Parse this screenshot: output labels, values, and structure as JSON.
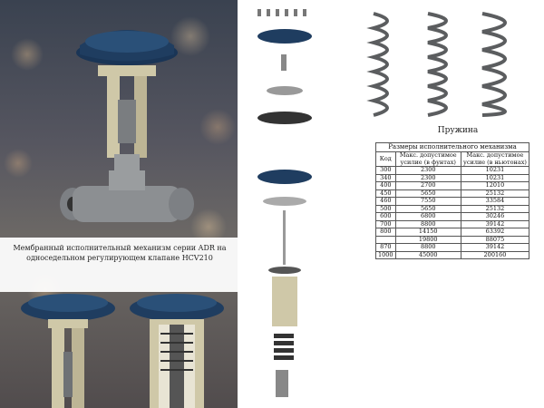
{
  "main": {
    "caption": "Мембранный исполнительный механизм серии ADR на односедельном регулирующем клапане HCV210"
  },
  "springs": {
    "caption": "Пружина"
  },
  "table": {
    "title": "Размеры исполнительного механизма",
    "headers": [
      "Код",
      "Макс. допустимое усилие (в фунтах)",
      "Макс. допустимое усилие (в ньютонах)"
    ],
    "rows": [
      {
        "code": "300",
        "lbf": "2300",
        "n": "10231"
      },
      {
        "code": "340",
        "lbf": "2300",
        "n": "10231"
      },
      {
        "code": "400",
        "lbf": "2700",
        "n": "12010"
      },
      {
        "code": "450",
        "lbf": "5650",
        "n": "25132"
      },
      {
        "code": "460",
        "lbf": "7550",
        "n": "33584"
      },
      {
        "code": "500",
        "lbf": "5650",
        "n": "25132"
      },
      {
        "code": "600",
        "lbf": "6800",
        "n": "30246"
      },
      {
        "code": "700",
        "lbf": "8800",
        "n": "39142"
      },
      {
        "code": "800",
        "lbf": "14150",
        "n": "63392"
      },
      {
        "code": "",
        "lbf": "19800",
        "n": "88075"
      },
      {
        "code": "870",
        "lbf": "8800",
        "n": "39142"
      },
      {
        "code": "1000",
        "lbf": "45000",
        "n": "200160"
      }
    ]
  },
  "colors": {
    "diaphragm": "#1f3d60",
    "yoke": "#cfc8a8",
    "body_steel": "#8c8f92"
  }
}
